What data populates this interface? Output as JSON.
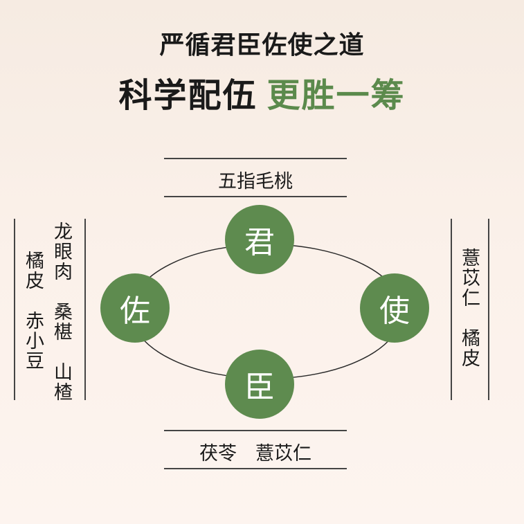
{
  "title": {
    "line1": "严循君臣佐使之道",
    "line2_black": "科学配伍",
    "line2_green": "更胜一筹"
  },
  "colors": {
    "accent": "#5e8b4f",
    "text": "#1a1a1a"
  },
  "roles": {
    "jun": "君",
    "chen": "臣",
    "zuo": "佐",
    "shi": "使"
  },
  "herbs": {
    "jun": "五指毛桃",
    "chen": "茯苓　薏苡仁",
    "zuo_col1": "龙眼肉　桑椹　山楂",
    "zuo_col2": "橘皮　赤小豆",
    "shi": "薏苡仁　橘皮"
  }
}
